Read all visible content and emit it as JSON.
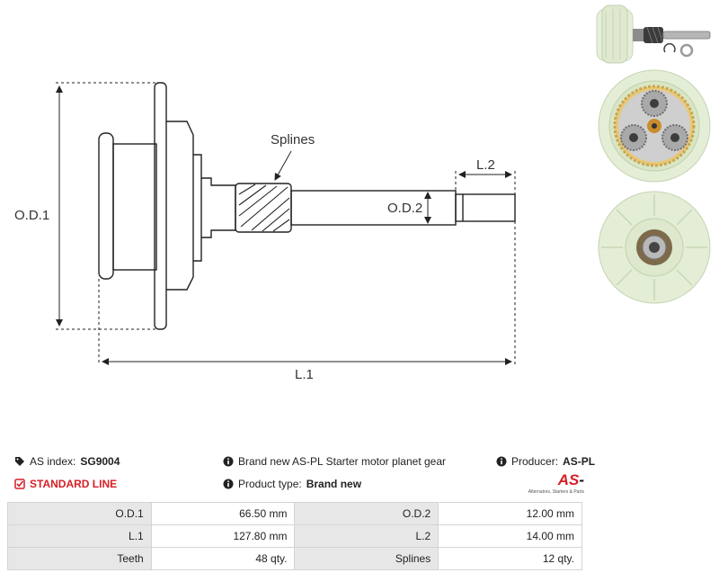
{
  "drawing": {
    "labels": {
      "od1": "O.D.1",
      "od2": "O.D.2",
      "l1": "L.1",
      "l2": "L.2",
      "splines": "Splines"
    }
  },
  "photos": [
    {
      "name": "gear-shaft-photo"
    },
    {
      "name": "planet-gear-top-photo"
    },
    {
      "name": "planet-gear-bottom-photo"
    }
  ],
  "info": {
    "as_index_label": "AS index:",
    "as_index_value": "SG9004",
    "line_label": "STANDARD LINE",
    "description": "Brand new AS-PL Starter motor planet gear",
    "product_type_label": "Product type:",
    "product_type_value": "Brand new",
    "producer_label": "Producer:",
    "producer_value": "AS-PL"
  },
  "brand_logo": {
    "word_main": "AS",
    "word_accent": "-",
    "tagline": "Alternators, Starters & Parts"
  },
  "colors": {
    "accent": "#d61f26",
    "label_bg": "#e7e7e7",
    "border": "#d4d4d4"
  },
  "specs": [
    [
      {
        "label": "O.D.1",
        "value": "66.50 mm"
      },
      {
        "label": "O.D.2",
        "value": "12.00 mm"
      }
    ],
    [
      {
        "label": "L.1",
        "value": "127.80 mm"
      },
      {
        "label": "L.2",
        "value": "14.00 mm"
      }
    ],
    [
      {
        "label": "Teeth",
        "value": "48 qty."
      },
      {
        "label": "Splines",
        "value": "12 qty."
      }
    ]
  ]
}
